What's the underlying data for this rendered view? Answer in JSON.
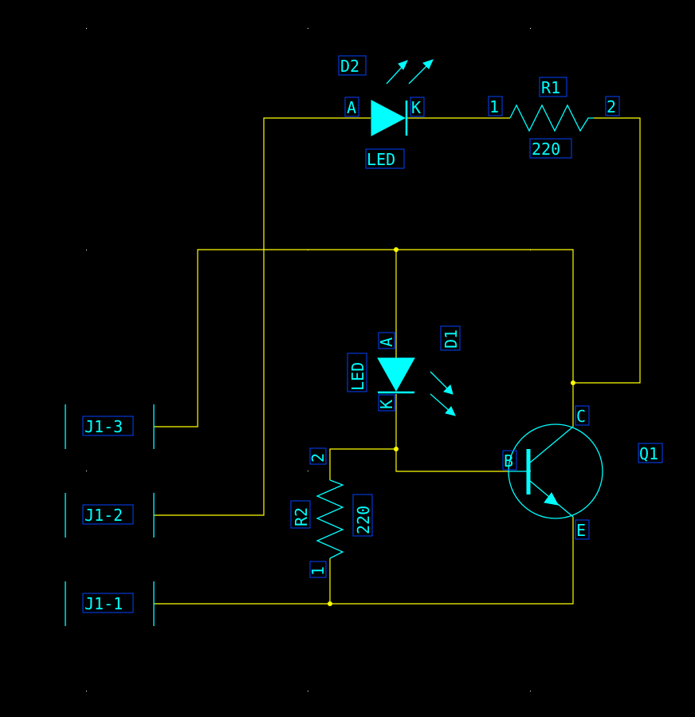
{
  "schematic": {
    "background": "#000000",
    "wire_color": "#ffff00",
    "component_color": "#00ffff",
    "d2": {
      "ref": "D2",
      "pin_a": "A",
      "pin_k": "K",
      "value": "LED"
    },
    "r1": {
      "ref": "R1",
      "pin_1": "1",
      "pin_2": "2",
      "value": "220"
    },
    "d1": {
      "ref": "D1",
      "pin_a": "A",
      "pin_k": "K",
      "value": "LED"
    },
    "r2": {
      "ref": "R2",
      "pin_1": "1",
      "pin_2": "2",
      "value": "220"
    },
    "q1": {
      "ref": "Q1",
      "pin_b": "B",
      "pin_c": "C",
      "pin_e": "E"
    },
    "connectors": [
      "J1-3",
      "J1-2",
      "J1-1"
    ]
  }
}
